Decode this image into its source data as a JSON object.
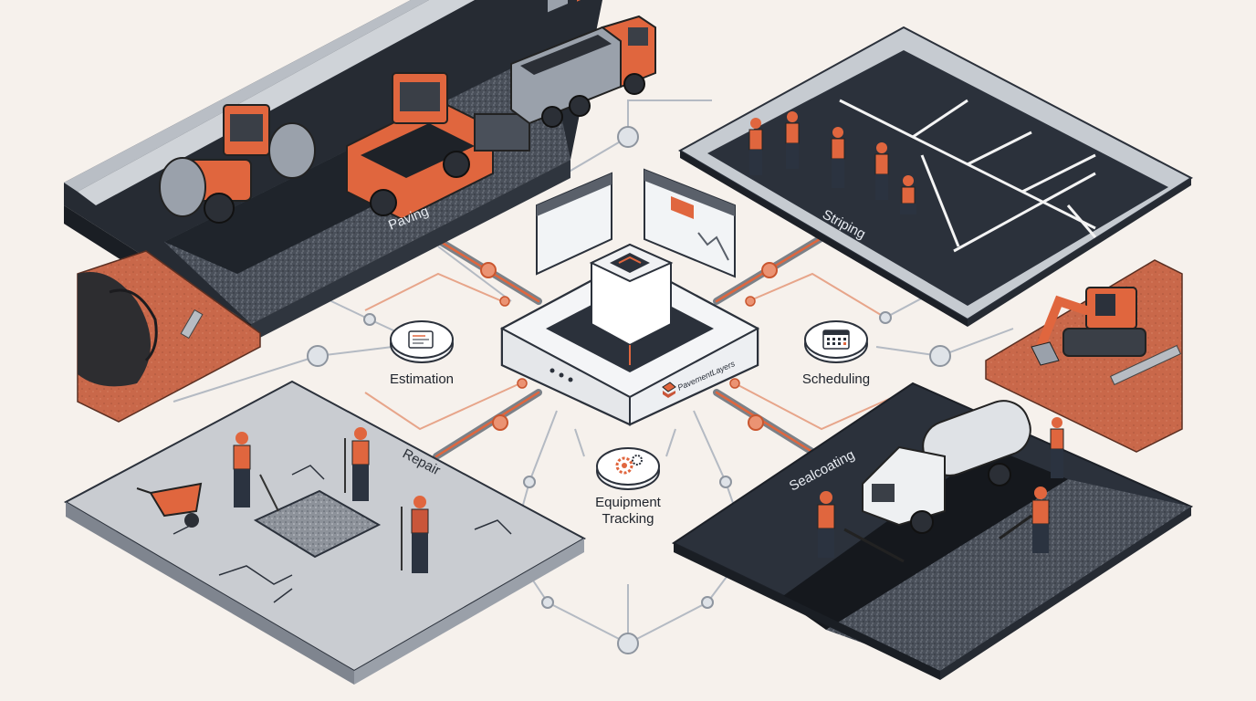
{
  "hub": {
    "brand": "PavementLayers"
  },
  "zones": {
    "paving": "Paving",
    "striping": "Striping",
    "repair": "Repair",
    "sealcoating": "Sealcoating"
  },
  "modules": {
    "estimation": "Estimation",
    "scheduling": "Scheduling",
    "equipment_line1": "Equipment",
    "equipment_line2": "Tracking"
  },
  "colors": {
    "background": "#f6f1ec",
    "asphalt": "#2b313b",
    "accent_orange": "#e0663e",
    "concrete": "#c9ccd1",
    "line_gray": "#a9b0ba",
    "line_orange": "#e38b68"
  }
}
